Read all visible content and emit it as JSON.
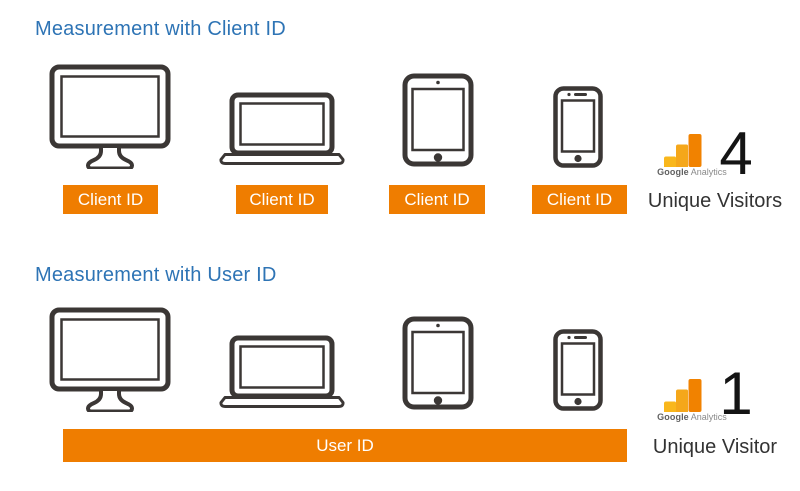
{
  "sections": {
    "client": {
      "title": "Measurement with Client ID",
      "badges": [
        "Client ID",
        "Client ID",
        "Client ID",
        "Client ID"
      ],
      "result": {
        "count": "4",
        "caption": "Unique Visitors"
      }
    },
    "user": {
      "title": "Measurement with User ID",
      "bar_label": "User ID",
      "result": {
        "count": "1",
        "caption": "Unique Visitor"
      }
    }
  },
  "brand": {
    "google": "Google",
    "analytics": "Analytics"
  },
  "icons": {
    "devices": [
      "desktop-icon",
      "laptop-icon",
      "tablet-icon",
      "smartphone-icon"
    ],
    "logo": "google-analytics-logo"
  },
  "colors": {
    "accent_orange": "#EF7D00",
    "title_blue": "#2E74B5",
    "device_stroke": "#3B3735",
    "ga_bar_amber": "#F9B71C",
    "ga_bar_orange": "#F18200",
    "count_black": "#141414",
    "caption_gray": "#333333"
  }
}
